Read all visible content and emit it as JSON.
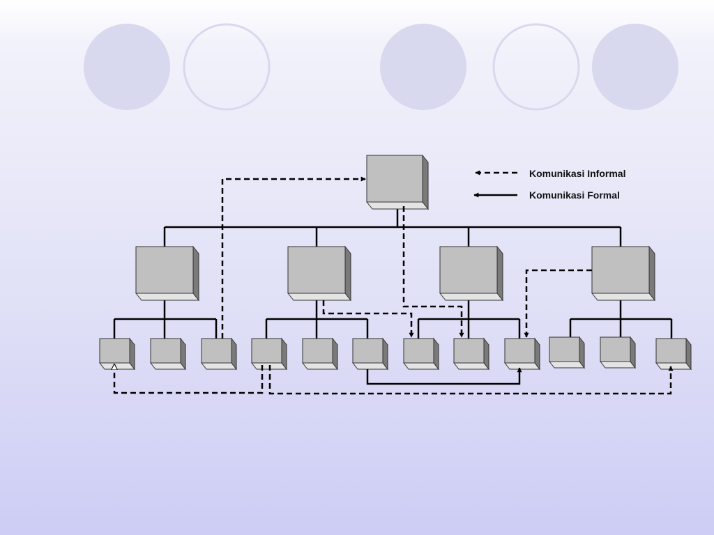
{
  "colors": {
    "circle_fill": "#d8d8ee",
    "circle_ring": "#d8d8ee",
    "box_front": "#c0c0c0",
    "box_top": "#e4e4e4",
    "box_side": "#7a7a7a",
    "line": "#000000"
  },
  "legend": {
    "informal_label": "Komunikasi Informal",
    "formal_label": "Komunikasi Formal"
  },
  "decor_circles": [
    {
      "style": "filled"
    },
    {
      "style": "outline"
    },
    {
      "style": "filled"
    },
    {
      "style": "outline"
    },
    {
      "style": "filled"
    }
  ],
  "org_chart": {
    "levels": [
      1,
      4,
      12
    ],
    "top_node": {
      "name": ""
    },
    "middle_nodes": [
      {
        "name": ""
      },
      {
        "name": ""
      },
      {
        "name": ""
      },
      {
        "name": ""
      }
    ],
    "bottom_nodes": [
      {
        "name": ""
      },
      {
        "name": ""
      },
      {
        "name": ""
      },
      {
        "name": ""
      },
      {
        "name": ""
      },
      {
        "name": ""
      },
      {
        "name": ""
      },
      {
        "name": ""
      },
      {
        "name": ""
      },
      {
        "name": ""
      },
      {
        "name": ""
      },
      {
        "name": ""
      }
    ]
  }
}
